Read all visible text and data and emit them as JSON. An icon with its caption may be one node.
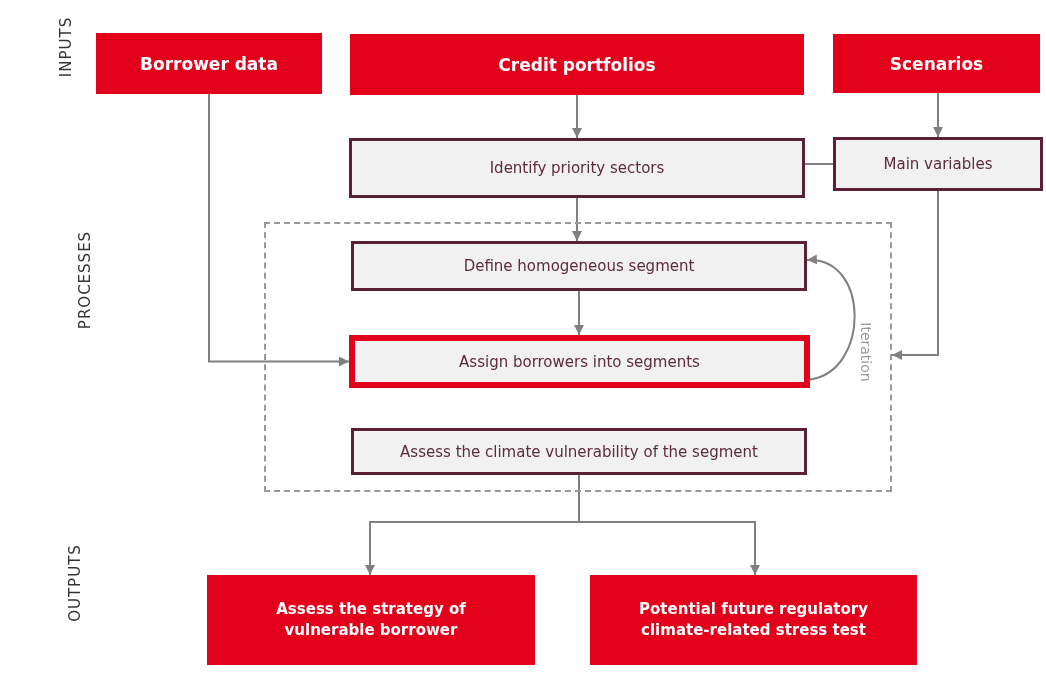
{
  "diagram": {
    "nodes": [
      {
        "text": [
          "Borrower data"
        ]
      },
      {
        "text": [
          "Credit portfolios"
        ]
      },
      {
        "text": [
          "Scenarios"
        ]
      },
      {
        "text": [
          "Identify priority sectors"
        ]
      },
      {
        "text": [
          "Main variables"
        ]
      },
      {
        "text": [
          "Iteration"
        ]
      },
      {
        "text": [
          "Define homogeneous segment"
        ],
        "in": 5
      },
      {
        "text": [
          "Assign borrowers into segments"
        ],
        "in": 5
      },
      {
        "text": [
          "Assess the climate vulnerability of the segment"
        ],
        "in": 5
      },
      {
        "text": [
          "Assess the strategy of vulnerable borrower"
        ]
      },
      {
        "text": [
          "Potential future regulatory climate-related stress test"
        ]
      }
    ],
    "edges": [
      {
        "from": 1,
        "to": 3,
        "arrow": "to"
      },
      {
        "from": 2,
        "to": 4,
        "arrow": "to"
      },
      {
        "from": 3,
        "to": 4,
        "arrow": "none"
      },
      {
        "from": 3,
        "to": 6,
        "arrow": "to"
      },
      {
        "from": 6,
        "to": 7,
        "arrow": "to"
      },
      {
        "from": 7,
        "to": 6,
        "arrow": "to"
      },
      {
        "from": 0,
        "to": 7,
        "arrow": "to"
      },
      {
        "from": 4,
        "to": 5,
        "arrow": "to"
      },
      {
        "from": 8,
        "to": 9,
        "arrow": "to"
      },
      {
        "from": 8,
        "to": 10,
        "arrow": "to"
      }
    ],
    "labels": [
      "INPUTS",
      "PROCESSES",
      "OUTPUTS"
    ]
  }
}
